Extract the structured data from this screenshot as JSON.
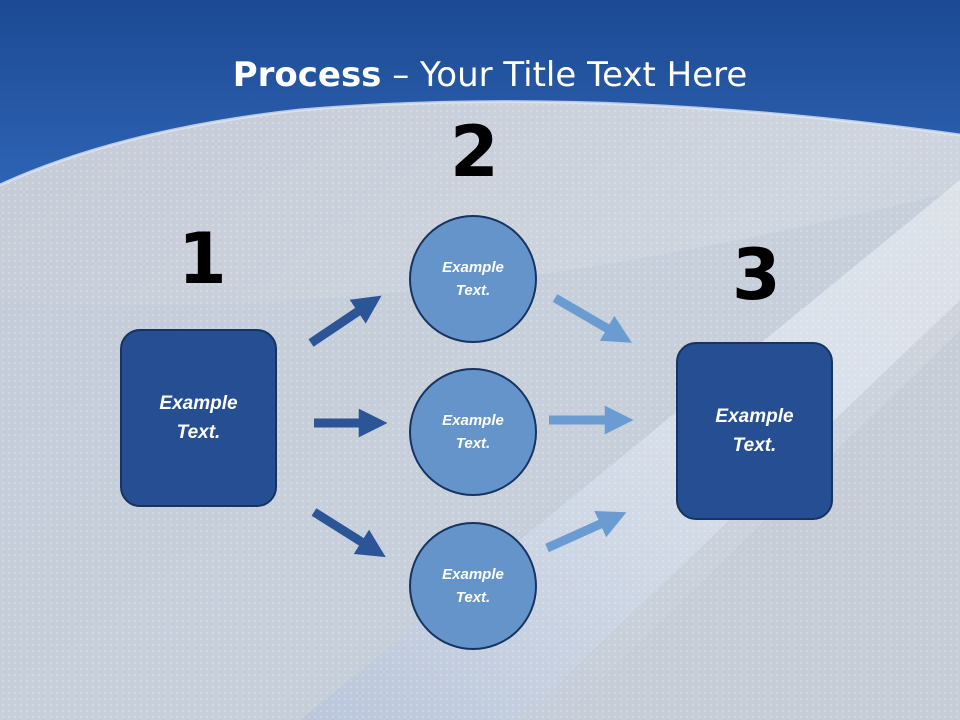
{
  "slide": {
    "title_bold": "Process",
    "title_rest": " – Your Title Text Here"
  },
  "steps": {
    "step1": {
      "number": "1",
      "text": "Example\nText."
    },
    "step2": {
      "number": "2",
      "items": [
        "Example\nText.",
        "Example\nText.",
        "Example\nText."
      ]
    },
    "step3": {
      "number": "3",
      "text": "Example\nText."
    }
  },
  "colors": {
    "box_fill": "#254f92",
    "circle_fill": "#6494c9",
    "dark_arrow": "#2b5597",
    "light_arrow": "#6a9bd1",
    "header_blue": "#245aa8"
  }
}
